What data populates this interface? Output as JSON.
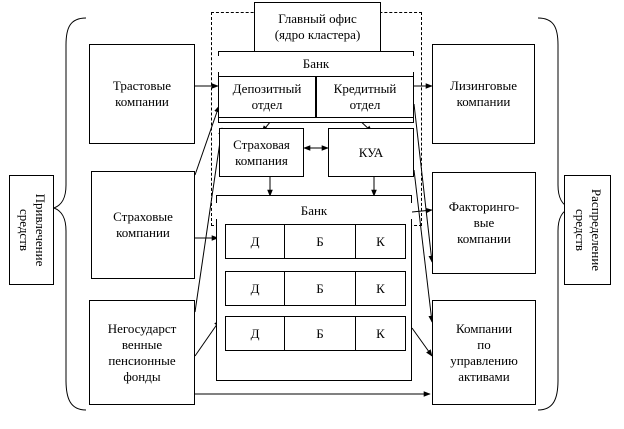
{
  "head_office": {
    "label": "Главный офис\n(ядро кластера)"
  },
  "bank_top": {
    "title": "Банк",
    "deposit": "Депозитный\nотдел",
    "credit": "Кредитный\nотдел"
  },
  "insurance_company": "Страховая\nкомпания",
  "kua": "КУА",
  "bank_bottom": {
    "title": "Банк",
    "rows": [
      [
        "Д",
        "Б",
        "К"
      ],
      [
        "Д",
        "Б",
        "К"
      ],
      [
        "Д",
        "Б",
        "К"
      ]
    ]
  },
  "sources": {
    "side_label": "Привлечение\nсредств",
    "items": [
      "Трастовые\nкомпании",
      "Страховые\nкомпании",
      "Негосударст\nвенные\nпенсионные\nфонды"
    ]
  },
  "distribution": {
    "side_label": "Распределение\nсредств",
    "items": [
      "Лизинговые\nкомпании",
      "Факторинго-\nвые\nкомпании",
      "Компании\nпо\nуправлению\nактивами"
    ]
  }
}
